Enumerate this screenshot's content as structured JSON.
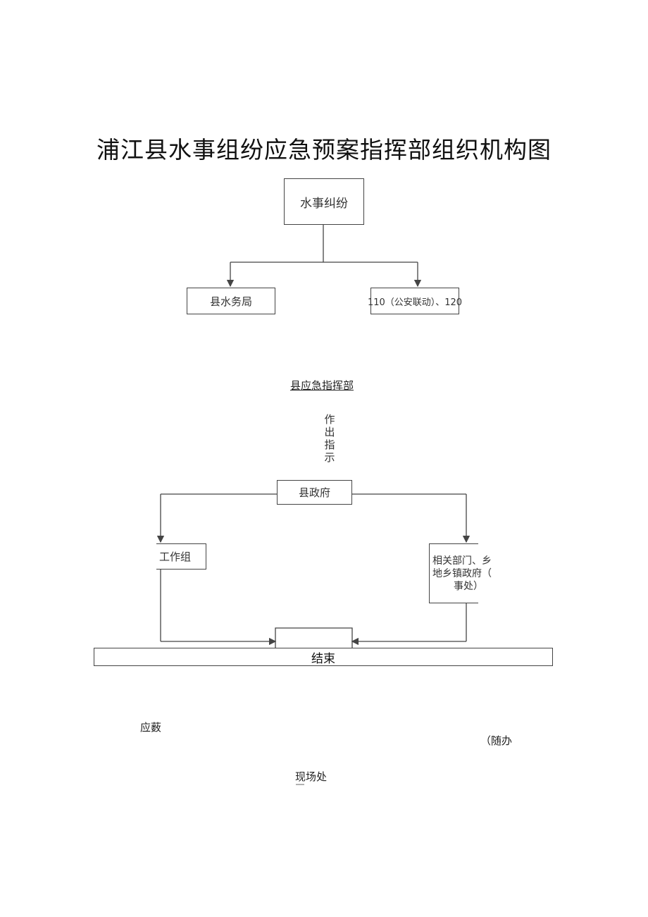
{
  "title": "浦江县水事组纷应急预案指挥部组织机构图",
  "nodes": {
    "dispute": "水事纠纷",
    "water_bureau": "县水务局",
    "police": "110（公安联动）、120",
    "command": "县应急指挥部",
    "instruction": [
      "作",
      "出",
      "指",
      "示"
    ],
    "county_gov": "县政府",
    "work_group": "工作组",
    "departments": [
      "相关部门、乡",
      "地乡镇政府（",
      "事处）"
    ],
    "end": "结束"
  },
  "fragments": {
    "rescue": "应薮",
    "accompany": "（随办",
    "onsite": "现场处"
  }
}
